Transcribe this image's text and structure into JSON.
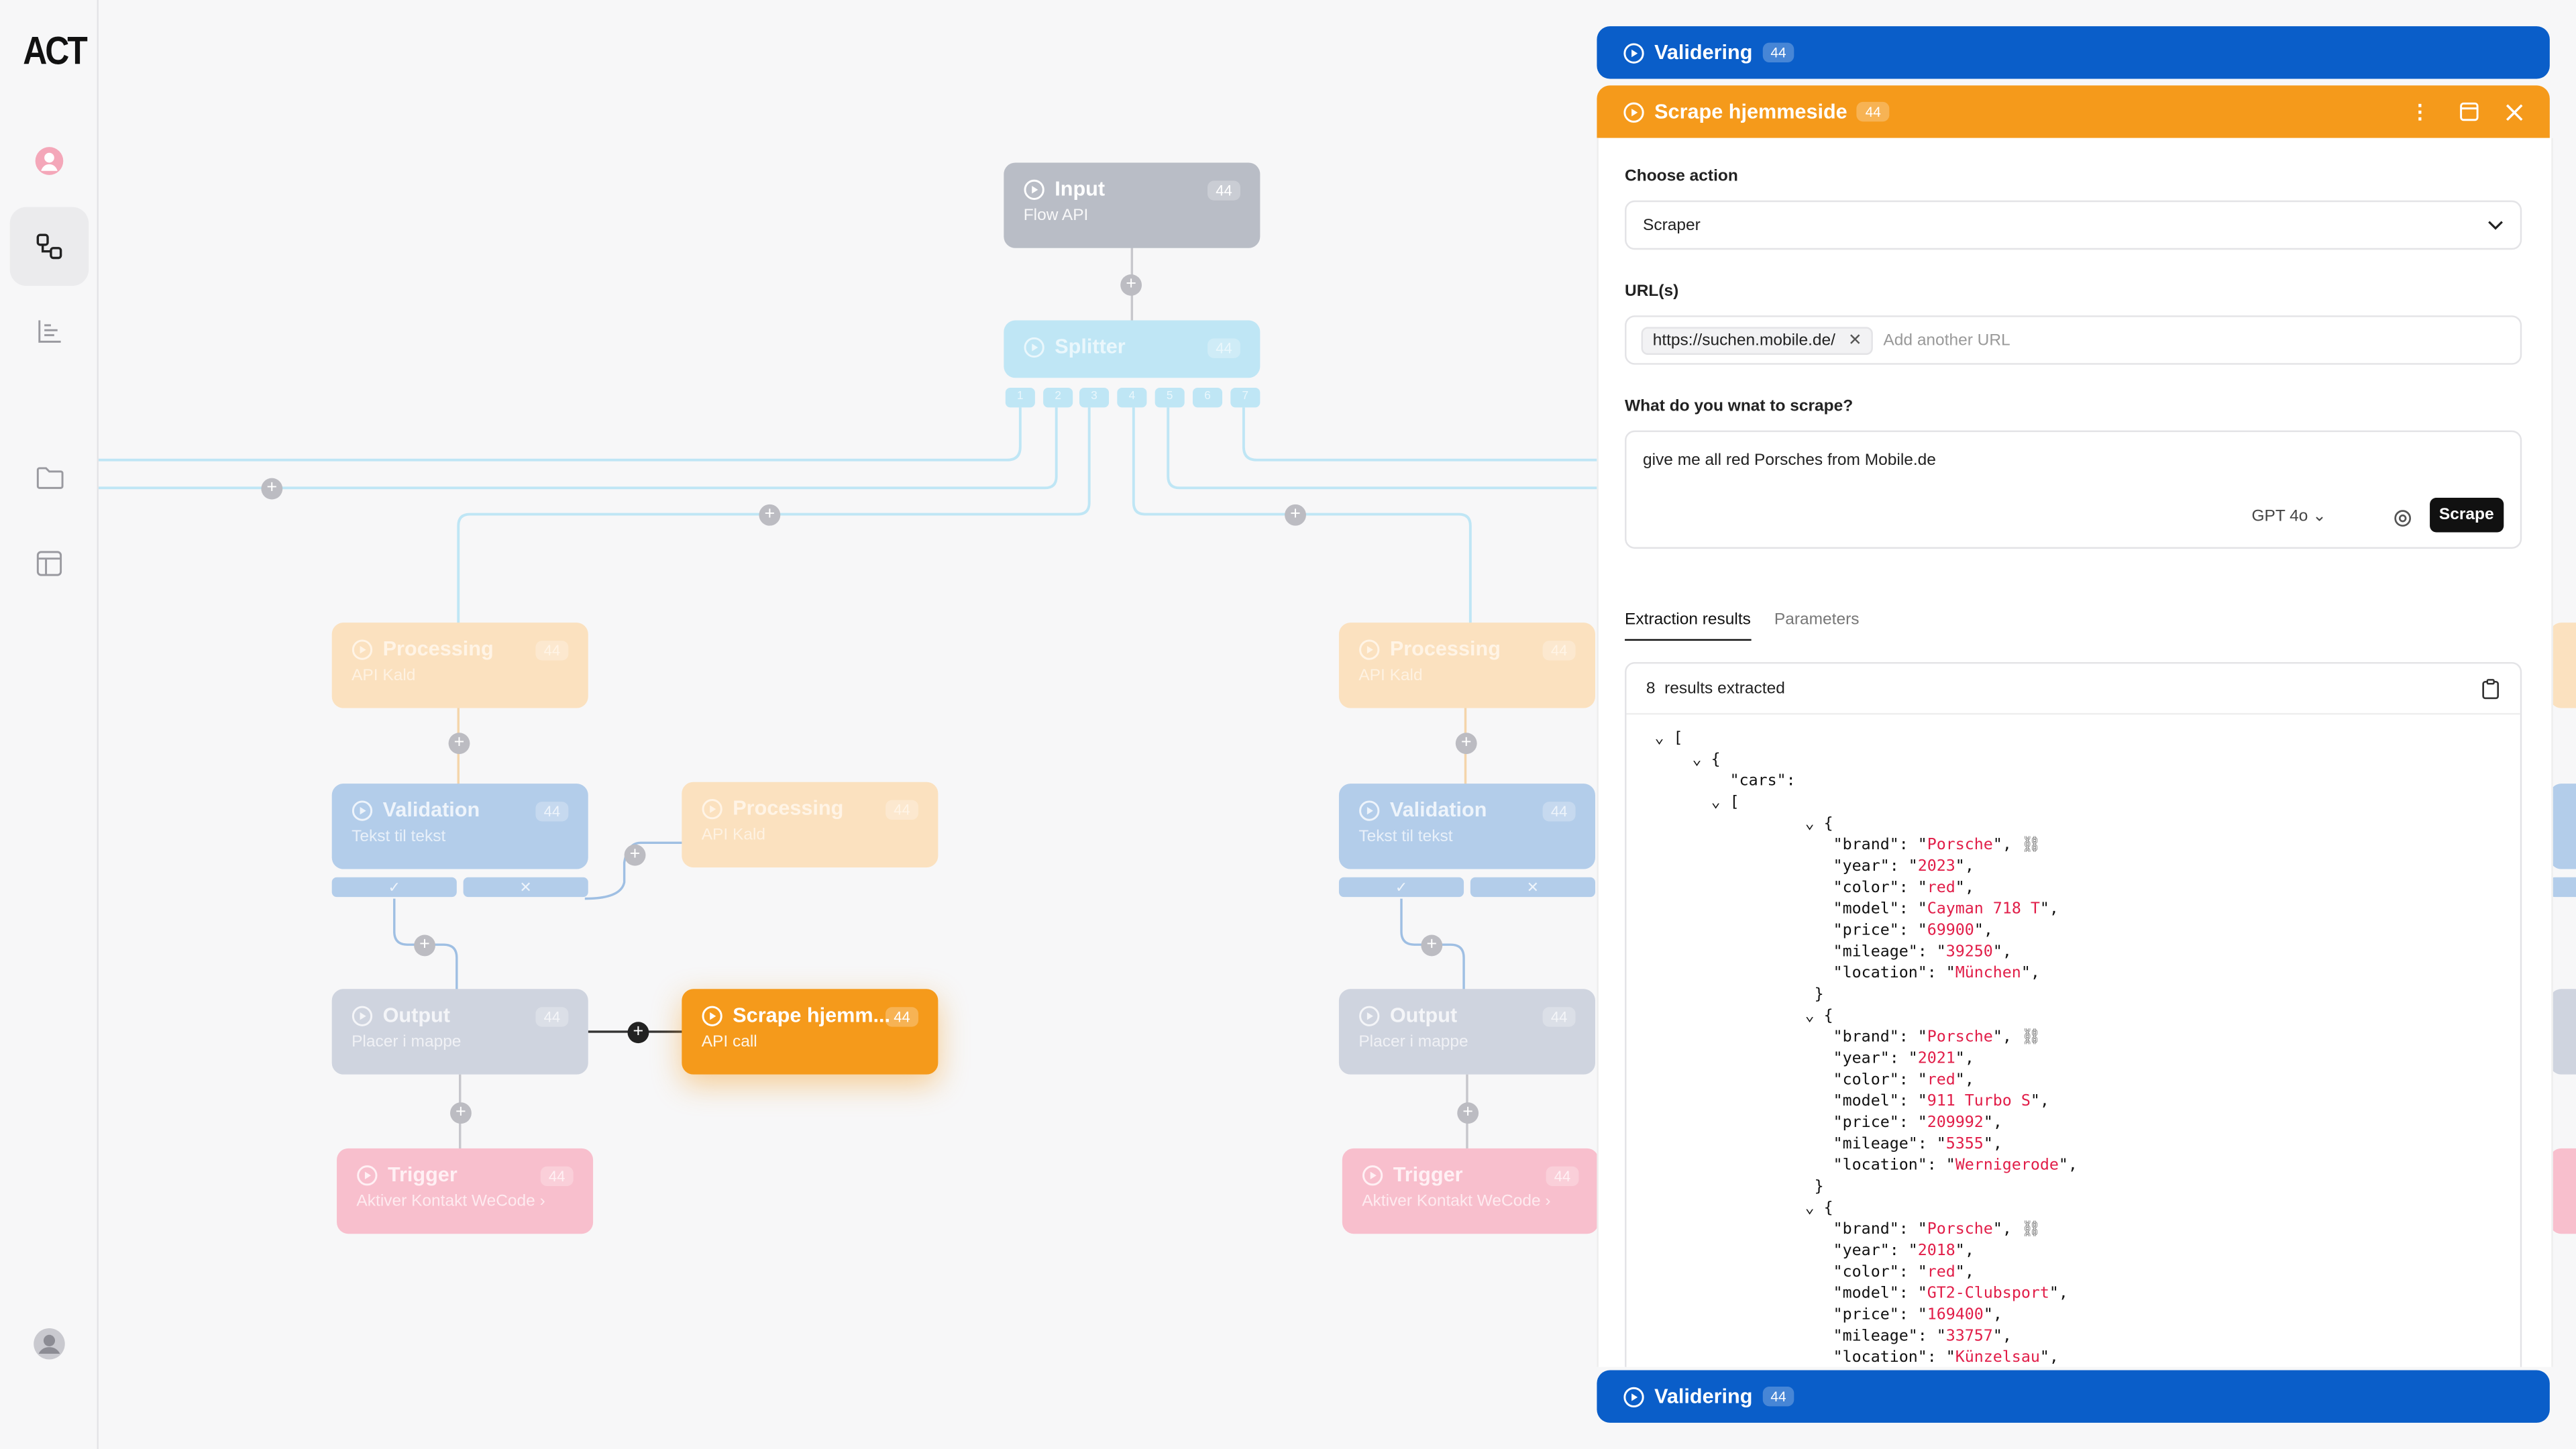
{
  "app": {
    "logo": "ACT"
  },
  "sidebar": {
    "icons": [
      "user-avatar-icon",
      "flow-icon",
      "chart-icon",
      "folder-icon",
      "table-icon",
      "profile-avatar-icon"
    ]
  },
  "canvas": {
    "nodes": {
      "input": {
        "title": "Input",
        "subtitle": "Flow API",
        "badge": "44"
      },
      "splitter": {
        "title": "Splitter",
        "badge": "44",
        "ports": [
          "1",
          "2",
          "3",
          "4",
          "5",
          "6",
          "7"
        ]
      },
      "processing_left": {
        "title": "Processing",
        "subtitle": "API Kald",
        "badge": "44"
      },
      "validation_left": {
        "title": "Validation",
        "subtitle": "Tekst til tekst",
        "badge": "44"
      },
      "processing_mid": {
        "title": "Processing",
        "subtitle": "API Kald",
        "badge": "44"
      },
      "output_left": {
        "title": "Output",
        "subtitle": "Placer i mappe",
        "badge": "44"
      },
      "scrape": {
        "title": "Scrape hjemm...",
        "subtitle": "API call",
        "badge": "44"
      },
      "trigger_left": {
        "title": "Trigger",
        "subtitle": "Aktiver Kontakt WeCode ›",
        "badge": "44"
      },
      "processing_right": {
        "title": "Processing",
        "subtitle": "API Kald",
        "badge": "44"
      },
      "validation_right": {
        "title": "Validation",
        "subtitle": "Tekst til tekst",
        "badge": "44"
      },
      "output_right": {
        "title": "Output",
        "subtitle": "Placer i mappe",
        "badge": "44"
      },
      "trigger_right": {
        "title": "Trigger",
        "subtitle": "Aktiver Kontakt WeCode ›",
        "badge": "44"
      }
    },
    "validation_outputs": [
      "✓",
      "✕"
    ]
  },
  "panel": {
    "top_header": {
      "title": "Validering",
      "badge": "44"
    },
    "scrape_header": {
      "title": "Scrape hjemmeside",
      "badge": "44"
    },
    "choose_action_label": "Choose action",
    "action_value": "Scraper",
    "urls_label": "URL(s)",
    "url_chip": "https://suchen.mobile.de/",
    "url_placeholder": "Add another URL",
    "prompt_label": "What do you wnat to scrape?",
    "prompt_value": "give me all red Porsches from Mobile.de",
    "model": "GPT 4o",
    "scrape_button": "Scrape",
    "tabs": {
      "active": "Extraction results",
      "inactive": "Parameters"
    },
    "results_count": "8",
    "results_label": "results extracted",
    "cars_key": "cars",
    "cars": [
      {
        "brand": "Porsche",
        "year": "2023",
        "color": "red",
        "model": "Cayman 718 T",
        "price": "69900",
        "mileage": "39250",
        "location": "München"
      },
      {
        "brand": "Porsche",
        "year": "2021",
        "color": "red",
        "model": "911 Turbo S",
        "price": "209992",
        "mileage": "5355",
        "location": "Wernigerode"
      },
      {
        "brand": "Porsche",
        "year": "2018",
        "color": "red",
        "model": "GT2-Clubsport",
        "price": "169400",
        "mileage": "33757",
        "location": "Künzelsau"
      }
    ],
    "bottom_header": {
      "title": "Validering",
      "badge": "44"
    }
  },
  "colors": {
    "accent_blue": "#0a5ec9",
    "accent_orange": "#f59a1b",
    "string_red": "#e11d48"
  }
}
